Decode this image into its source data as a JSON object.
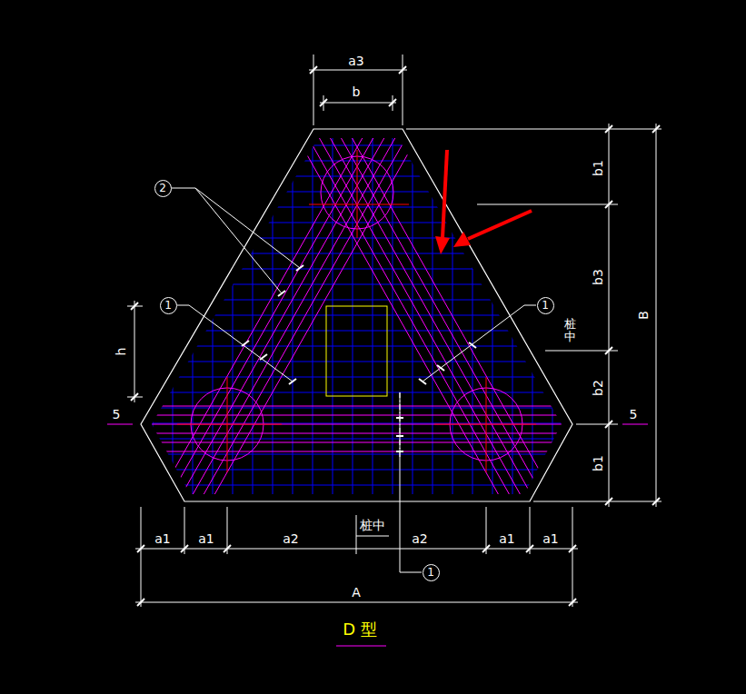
{
  "diagram": {
    "caption": "D 型",
    "nodes": [
      {
        "text": [
          "2"
        ]
      },
      {
        "text": [
          "1"
        ]
      },
      {
        "text": [
          "1"
        ]
      },
      {
        "text": [
          "1"
        ]
      }
    ],
    "labels": [
      "a3",
      "b",
      "b1",
      "b3",
      "B",
      "桩中",
      "b2",
      "b1",
      "h",
      "5",
      "5",
      "a1",
      "a1",
      "a2",
      "桩中",
      "a2",
      "a1",
      "a1",
      "A"
    ]
  }
}
